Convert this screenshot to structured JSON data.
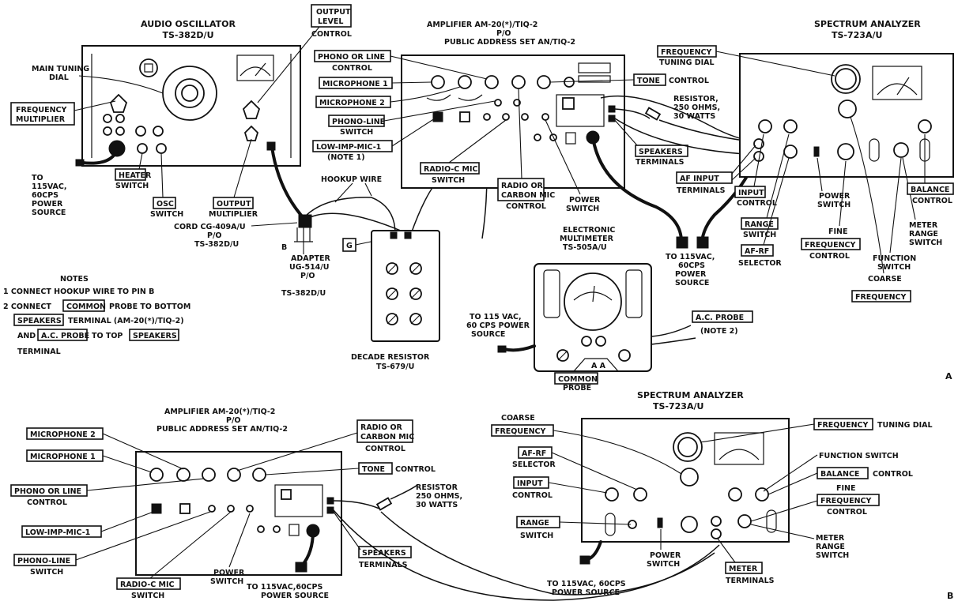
{
  "top": {
    "oscillator": {
      "title": "AUDIO OSCILLATOR",
      "model": "TS-382D/U",
      "main_tuning": [
        "MAIN TUNING",
        "DIAL"
      ],
      "freq_mult": [
        "FREQUENCY",
        "MULTIPLIER"
      ],
      "output_level": [
        "OUTPUT",
        "LEVEL"
      ],
      "output_level_ctrl": "CONTROL",
      "heater": "HEATER",
      "heater_sw": "SWITCH",
      "osc": "OSC",
      "osc_sw": "SWITCH",
      "output_mult_box": "OUTPUT",
      "output_mult": "MULTIPLIER",
      "power": [
        "TO",
        "115VAC,",
        "60CPS",
        "POWER",
        "SOURCE"
      ]
    },
    "cord": [
      "CORD CG-409A/U",
      "P/O",
      "TS-382D/U"
    ],
    "adapter": [
      "ADAPTER",
      "UG-514/U",
      "P/O",
      "TS-382D/U"
    ],
    "hookup": "HOOKUP WIRE",
    "g": "G",
    "pin_b": "B",
    "notes": {
      "title": "NOTES",
      "n1": "1 CONNECT HOOKUP WIRE TO PIN B",
      "n2a": "2 CONNECT",
      "common": "COMMON",
      "n2b": "PROBE TO BOTTOM",
      "speakers": "SPEAKERS",
      "n2c": "TERMINAL (AM-20(*)/TIQ-2)",
      "n2d": "AND",
      "ac_probe": "A.C. PROBE",
      "n2e": "TO TOP",
      "n2f": "TERMINAL"
    },
    "amp": {
      "title": "AMPLIFIER AM-20(*)/TIQ-2",
      "po": "P/O",
      "set": "PUBLIC ADDRESS SET AN/TIQ-2",
      "phono_line": "PHONO OR LINE",
      "phono_line_ctrl": "CONTROL",
      "mic1": "MICROPHONE 1",
      "mic2": "MICROPHONE 2",
      "phono_sw": "PHONO-LINE",
      "phono_sw_lbl": "SWITCH",
      "low_imp": "LOW-IMP-MIC-1",
      "note1": "(NOTE 1)",
      "radio_c": "RADIO-C MIC",
      "radio_c_sw": "SWITCH",
      "radio_carbon": [
        "RADIO OR",
        "CARBON MIC"
      ],
      "radio_carbon_ctrl": "CONTROL",
      "power_sw": [
        "POWER",
        "SWITCH"
      ],
      "tone": "TONE",
      "tone_ctrl": "CONTROL",
      "resistor": [
        "RESISTOR,",
        "250 OHMS,",
        "30 WATTS"
      ],
      "speakers": "SPEAKERS",
      "speakers_term": "TERMINALS"
    },
    "analyzer": {
      "title": "SPECTRUM ANALYZER",
      "model": "TS-723A/U",
      "freq": "FREQUENCY",
      "tuning": "TUNING DIAL",
      "af_input": "AF INPUT",
      "af_term": "TERMINALS",
      "input": "INPUT",
      "input_ctrl": "CONTROL",
      "range": "RANGE",
      "range_sw": "SWITCH",
      "afrf": "AF-RF",
      "afrf_sel": "SELECTOR",
      "power_sw": [
        "POWER",
        "SWITCH"
      ],
      "fine": "FINE",
      "fine_freq": "FREQUENCY",
      "fine_ctrl": "CONTROL",
      "coarse": "COARSE",
      "coarse_freq": "FREQUENCY",
      "function_sw": [
        "FUNCTION",
        "SWITCH"
      ],
      "meter_range": [
        "METER",
        "RANGE",
        "SWITCH"
      ],
      "balance": "BALANCE",
      "balance_ctrl": "CONTROL",
      "power_src": [
        "TO 115VAC,",
        "60CPS",
        "POWER",
        "SOURCE"
      ]
    },
    "multimeter": {
      "title": [
        "ELECTRONIC",
        "MULTIMETER",
        "TS-505A/U"
      ],
      "power_src": [
        "TO 115 VAC,",
        "60 CPS POWER",
        "SOURCE"
      ],
      "ac_probe": "A.C. PROBE",
      "note2": "(NOTE 2)",
      "common": "COMMON",
      "probe": "PROBE",
      "dial_marks": "A A"
    },
    "decade": [
      "DECADE RESISTOR",
      "TS-679/U"
    ],
    "panel_letter": "A"
  },
  "bottom": {
    "amp": {
      "title": "AMPLIFIER AM-20(*)/TIQ-2",
      "po": "P/O",
      "set": "PUBLIC ADDRESS SET AN/TIQ-2",
      "mic2": "MICROPHONE 2",
      "mic1": "MICROPHONE 1",
      "phono_line": "PHONO OR LINE",
      "phono_ctrl": "CONTROL",
      "low_imp": "LOW-IMP-MIC-1",
      "phono_sw": "PHONO-LINE",
      "phono_sw_lbl": "SWITCH",
      "radio_c": "RADIO-C MIC",
      "radio_c_sw": "SWITCH",
      "power_sw": [
        "POWER",
        "SWITCH"
      ],
      "power_src": [
        "TO 115VAC,60CPS",
        "POWER SOURCE"
      ],
      "radio_carbon": [
        "RADIO OR",
        "CARBON MIC"
      ],
      "radio_carbon_ctrl": "CONTROL",
      "tone": "TONE",
      "tone_ctrl": "CONTROL",
      "resistor": [
        "RESISTOR",
        "250 OHMS,",
        "30 WATTS"
      ],
      "speakers": "SPEAKERS",
      "speakers_term": "TERMINALS"
    },
    "analyzer": {
      "title": "SPECTRUM ANALYZER",
      "model": "TS-723A/U",
      "coarse": "COARSE",
      "coarse_freq": "FREQUENCY",
      "afrf": "AF-RF",
      "afrf_sel": "SELECTOR",
      "input": "INPUT",
      "input_ctrl": "CONTROL",
      "range": "RANGE",
      "range_sw": "SWITCH",
      "power_src": [
        "TO 115VAC, 60CPS",
        "POWER SOURCE"
      ],
      "power_sw": [
        "POWER",
        "SWITCH"
      ],
      "meter": "METER",
      "meter_term": "TERMINALS",
      "freq": "FREQUENCY",
      "tuning": "TUNING DIAL",
      "function_sw": "FUNCTION SWITCH",
      "balance": "BALANCE",
      "balance_ctrl": "CONTROL",
      "fine": "FINE",
      "fine_freq": "FREQUENCY",
      "fine_ctrl": "CONTROL",
      "meter_range": [
        "METER",
        "RANGE",
        "SWITCH"
      ]
    },
    "panel_letter": "B"
  }
}
